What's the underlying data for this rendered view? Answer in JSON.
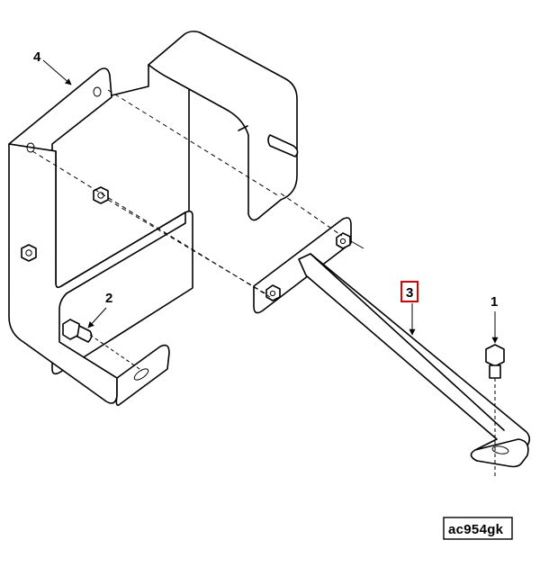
{
  "callouts": {
    "c1": "1",
    "c2": "2",
    "c3": "3",
    "c4": "4"
  },
  "highlight": {
    "item": "3",
    "color": "#e00000"
  },
  "figure_code": "ac954gk"
}
